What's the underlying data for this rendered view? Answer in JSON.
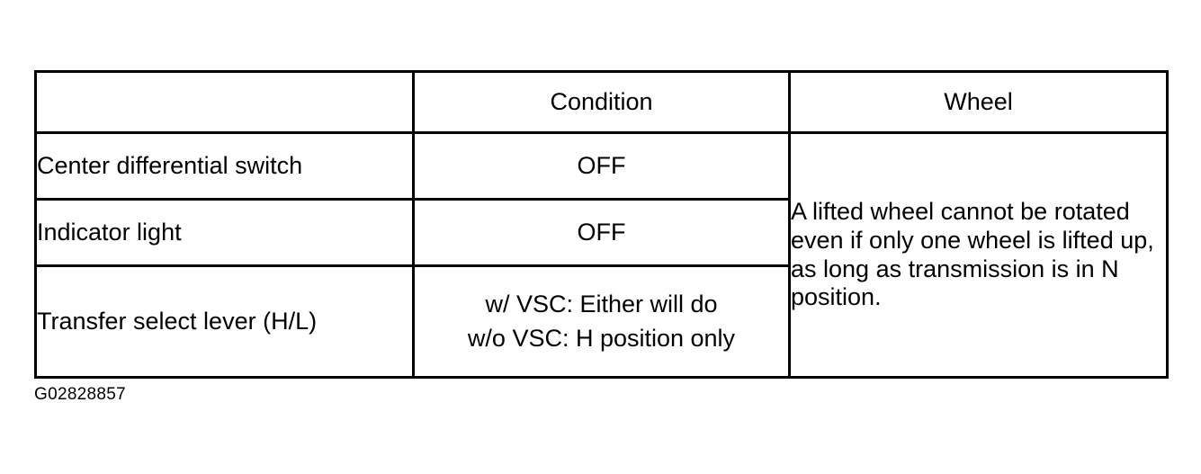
{
  "table": {
    "headers": {
      "label_column": "",
      "condition": "Condition",
      "wheel": "Wheel"
    },
    "rows": [
      {
        "label": "Center differential switch",
        "condition": "OFF"
      },
      {
        "label": "Indicator light",
        "condition": "OFF"
      },
      {
        "label": "Transfer select lever (H/L)",
        "condition_line_1": "w/ VSC: Either will do",
        "condition_line_2": "w/o VSC: H position only"
      }
    ],
    "wheel_note": "A lifted wheel cannot be rotated even if only one wheel is lifted up, as long as transmission is in N position."
  },
  "caption": "G02828857",
  "colors": {
    "border": "#000000",
    "text": "#000000",
    "background": "#ffffff"
  }
}
